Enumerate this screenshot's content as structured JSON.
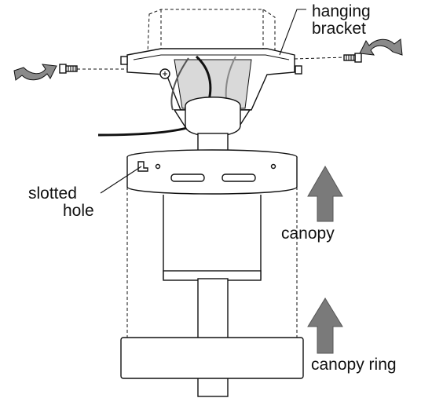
{
  "labels": {
    "hanging_bracket_line1": "hanging",
    "hanging_bracket_line2": "bracket",
    "slotted_hole_line1": "slotted",
    "slotted_hole_line2": "hole",
    "canopy": "canopy",
    "canopy_ring": "canopy ring"
  },
  "colors": {
    "stroke": "#111111",
    "arrow_fill": "#7a7a7a",
    "part_fill": "#ffffff",
    "shadow_fill": "#d9d9d9"
  }
}
